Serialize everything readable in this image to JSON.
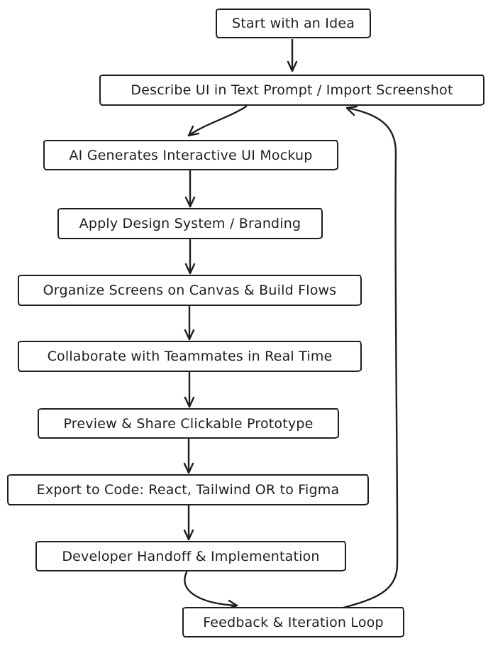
{
  "diagram": {
    "type": "flowchart",
    "colors": {
      "stroke": "#1e1e1e",
      "background": "#ffffff",
      "node_fill": "#ffffff"
    },
    "nodes": [
      {
        "id": "start",
        "label": "Start with an Idea"
      },
      {
        "id": "describe",
        "label": "Describe UI in Text Prompt / Import Screenshot"
      },
      {
        "id": "ai-mockup",
        "label": "AI Generates Interactive UI Mockup"
      },
      {
        "id": "branding",
        "label": "Apply Design System / Branding"
      },
      {
        "id": "organize",
        "label": "Organize Screens on Canvas & Build Flows"
      },
      {
        "id": "collaborate",
        "label": "Collaborate with Teammates in Real Time"
      },
      {
        "id": "preview",
        "label": "Preview & Share Clickable Prototype"
      },
      {
        "id": "export",
        "label": "Export to Code: React, Tailwind OR to Figma"
      },
      {
        "id": "handoff",
        "label": "Developer Handoff & Implementation"
      },
      {
        "id": "feedback",
        "label": "Feedback & Iteration Loop"
      }
    ],
    "edges": [
      {
        "from": "start",
        "to": "describe"
      },
      {
        "from": "describe",
        "to": "ai-mockup"
      },
      {
        "from": "ai-mockup",
        "to": "branding"
      },
      {
        "from": "branding",
        "to": "organize"
      },
      {
        "from": "organize",
        "to": "collaborate"
      },
      {
        "from": "collaborate",
        "to": "preview"
      },
      {
        "from": "preview",
        "to": "export"
      },
      {
        "from": "export",
        "to": "handoff"
      },
      {
        "from": "handoff",
        "to": "feedback"
      },
      {
        "from": "feedback",
        "to": "describe",
        "kind": "loop-back"
      }
    ]
  }
}
